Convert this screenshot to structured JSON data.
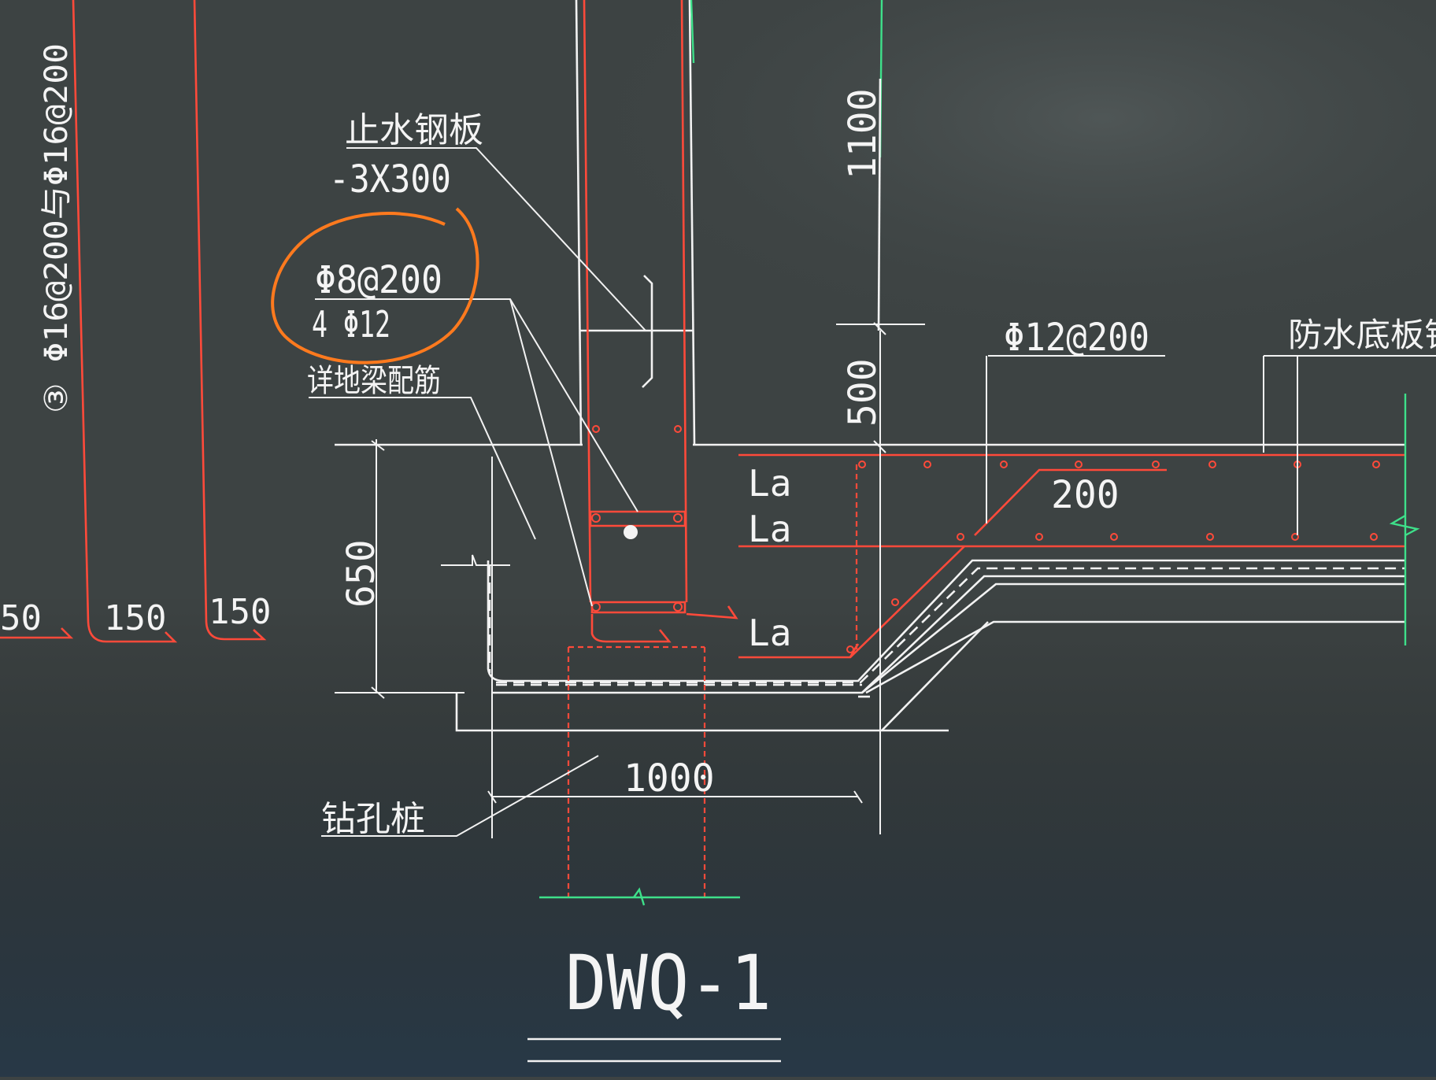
{
  "drawing": {
    "title": "DWQ-1",
    "labels": {
      "waterstop_plate": "止水钢板",
      "waterstop_spec": "-3X300",
      "stirrup": "Φ8@200",
      "longitudinal": "4 Φ12",
      "see_beam": "详地梁配筋",
      "bored_pile": "钻孔桩",
      "bottom_slab_bar": "Φ12@200",
      "waterproof_slab": "防水底板钢筋",
      "wall_bars": "③ Φ16@200与Φ16@200",
      "la_1": "La",
      "la_2": "La",
      "la_3": "La"
    },
    "dimensions": {
      "d1100": "1100",
      "d500": "500",
      "d650": "650",
      "d1000": "1000",
      "d200": "200",
      "d150_a": "50",
      "d150_b": "150",
      "d150_c": "150"
    }
  },
  "colors": {
    "background": "#3d4343",
    "line_white": "#f2f2f2",
    "rebar_red": "#ff4a3a",
    "markup_orange": "#ff7a1e",
    "axis_green": "#3ee08a"
  }
}
